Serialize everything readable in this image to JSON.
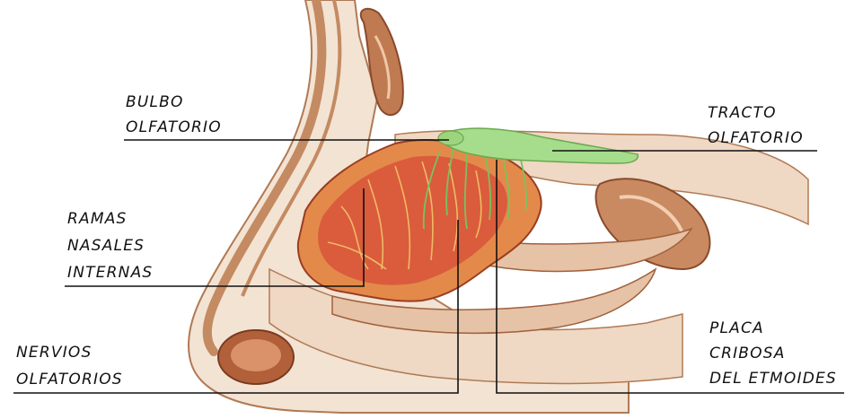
{
  "colors": {
    "background": "#ffffff",
    "bone_outline": "#b07a55",
    "bone_fill": "#f3e3d3",
    "tissue_fill": "#efd8c4",
    "tissue_dark": "#a8593a",
    "mucosa_red": "#d8533a",
    "mucosa_orange": "#e8a055",
    "nerve_green": "#7cc15f",
    "tract_green": "#a6dd8c",
    "leader_line": "#111111",
    "label_text": "#111111"
  },
  "labels": {
    "bulbo": [
      "BULBO",
      "OLFATORIO"
    ],
    "tracto": [
      "TRACTO",
      "OLFATORIO"
    ],
    "ramas": [
      "RAMAS",
      "NASALES",
      "INTERNAS"
    ],
    "nervios": [
      "NERVIOS",
      "OLFATORIOS"
    ],
    "placa": [
      "PLACA",
      "CRIBOSA",
      "DEL ETMOIDES"
    ]
  }
}
